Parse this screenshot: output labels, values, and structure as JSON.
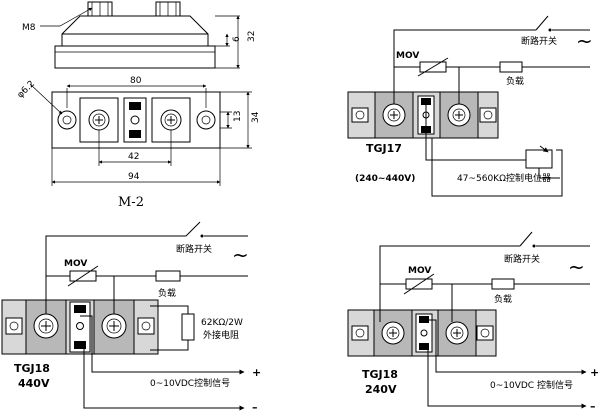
{
  "drawing": {
    "dims": {
      "m8": "M8",
      "d62": "φ6.2",
      "h6": "6",
      "h32": "32",
      "w80": "80",
      "h13": "13",
      "h34": "34",
      "w42": "42",
      "w94": "94",
      "caption": "M-2"
    }
  },
  "circuits": {
    "tgj17": {
      "model": "TGJ17",
      "voltage": "(240~440V)",
      "mov": "MOV",
      "breaker": "断路开关",
      "load": "负载",
      "ac": "~",
      "pot": "47~560KΩ控制电位器"
    },
    "tgj18_440": {
      "model": "TGJ18",
      "voltage": "440V",
      "mov": "MOV",
      "breaker": "断路开关",
      "load": "负载",
      "ac": "~",
      "resistor1": "62KΩ/2W",
      "resistor2": "外接电阻",
      "signal": "0~10VDC控制信号",
      "plus": "+",
      "minus": "–"
    },
    "tgj18_240": {
      "model": "TGJ18",
      "voltage": "240V",
      "mov": "MOV",
      "breaker": "断路开关",
      "load": "负载",
      "ac": "~",
      "signal": "0~10VDC 控制信号",
      "plus": "+",
      "minus": "–"
    }
  }
}
